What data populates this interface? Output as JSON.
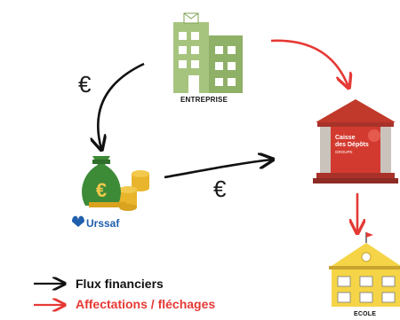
{
  "nodes": {
    "entreprise": {
      "label": "ENTREPRISE"
    },
    "urssaf": {
      "label": "Urssaf"
    },
    "caisse": {
      "line1": "Caisse",
      "line2": "des Dépôts",
      "line3": "GROUPE"
    },
    "ecole": {
      "label": "ECOLE"
    }
  },
  "edges": {
    "currency_symbol": "€"
  },
  "legend": {
    "financial": {
      "label": "Flux financiers",
      "color": "#111111"
    },
    "allocations": {
      "label": "Affectations / fléchages",
      "color": "#e53935"
    }
  },
  "colors": {
    "building_green": "#a7c47f",
    "bank_red": "#c0392b",
    "school_yellow": "#f5d547",
    "arrow_red": "#e53935",
    "arrow_black": "#111111",
    "urssaf_blue": "#1f5fae",
    "money_green": "#3d8a37",
    "coin_gold": "#e8b52c"
  }
}
